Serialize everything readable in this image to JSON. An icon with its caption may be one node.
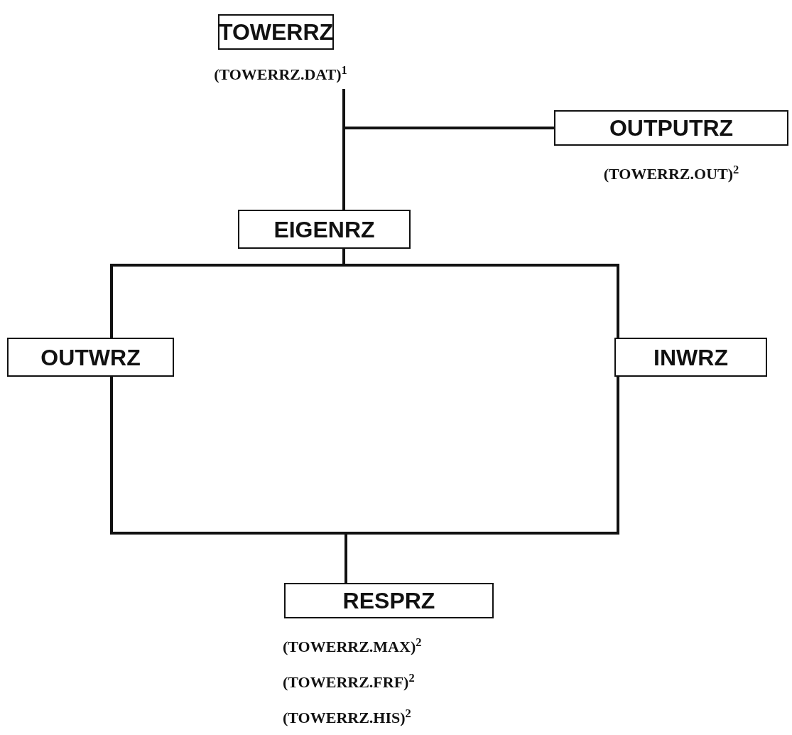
{
  "diagram": {
    "nodes": [
      {
        "text": [
          "TOWERRZ"
        ],
        "beside": [
          "(TOWERRZ.DAT)$^{1}$"
        ]
      },
      {
        "text": [
          "OUTPUTRZ"
        ],
        "beside": [
          "(TOWERRZ.OUT)$^{2}$"
        ]
      },
      {
        "text": [
          "EIGENRZ"
        ]
      },
      {
        "text": [
          "OUTWRZ"
        ]
      },
      {
        "text": [
          "INWRZ"
        ]
      },
      {
        "text": [
          "RESPRZ"
        ],
        "beside": [
          "(TOWERRZ.MAX)$^{2}$",
          "(TOWERRZ.FRF)$^{2}$",
          "(TOWERRZ.HIS)$^{2}$"
        ]
      }
    ],
    "edges": [
      {
        "from": 0,
        "to": 2,
        "arrow": "none"
      },
      {
        "from": 0,
        "to": 1,
        "arrow": "none"
      },
      {
        "from": 2,
        "to": 3,
        "arrow": "none"
      },
      {
        "from": 2,
        "to": 4,
        "arrow": "none"
      },
      {
        "from": 3,
        "to": 5,
        "arrow": "none"
      },
      {
        "from": 4,
        "to": 5,
        "arrow": "none"
      }
    ]
  }
}
